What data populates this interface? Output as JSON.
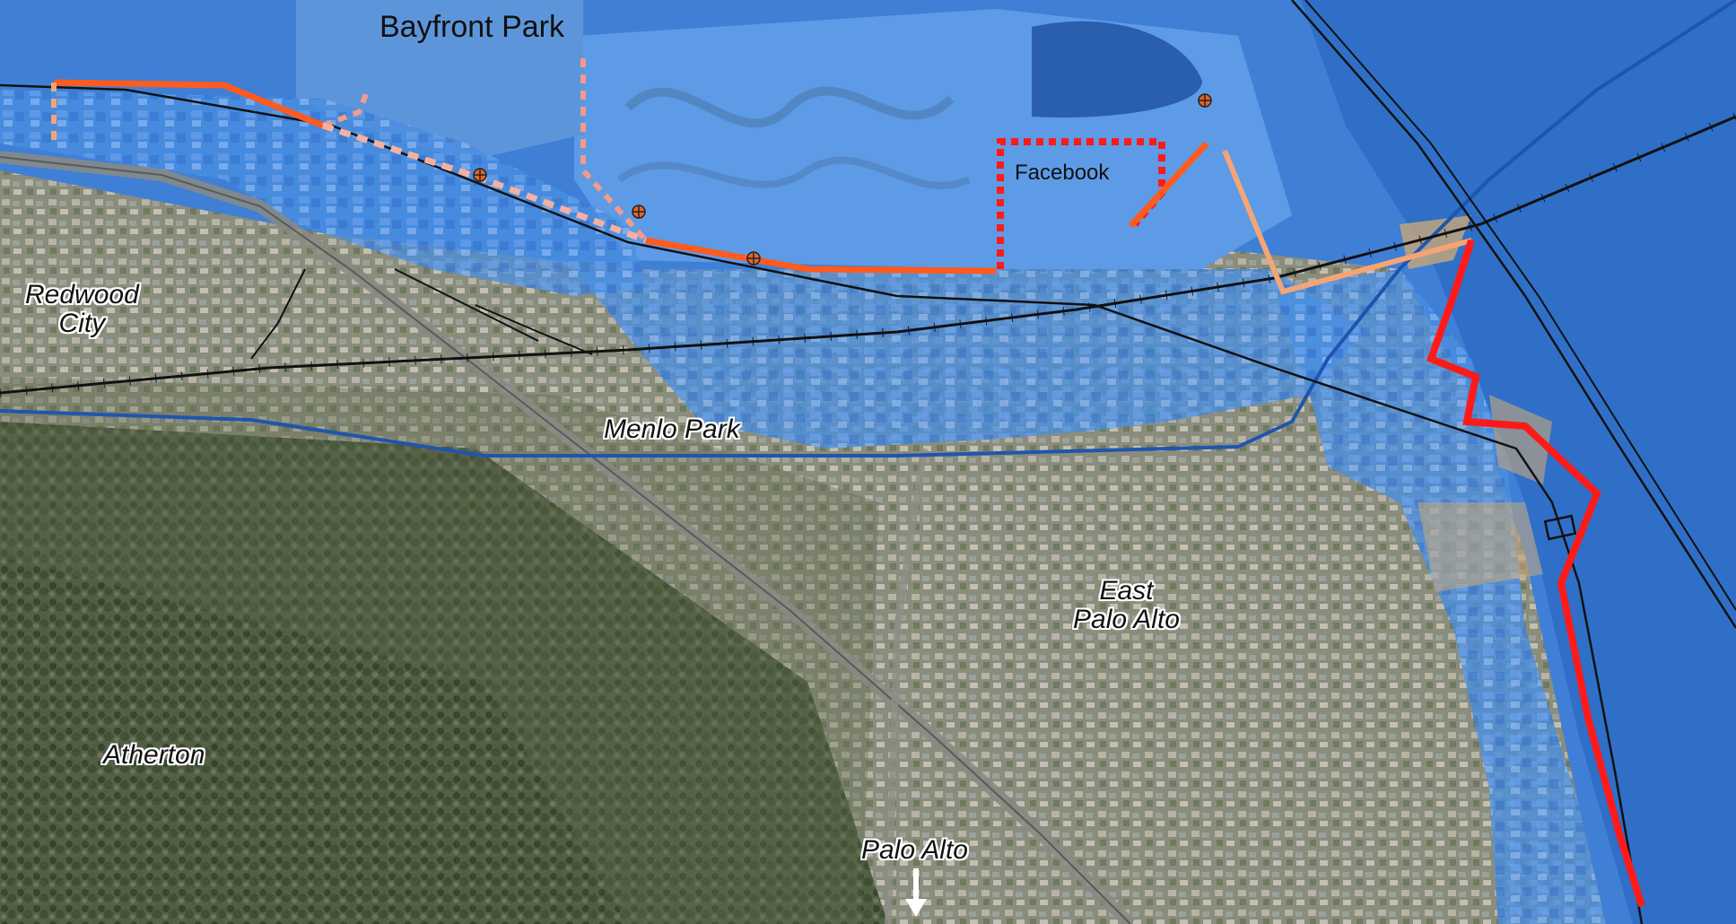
{
  "labels": {
    "bayfront_park": "Bayfront Park",
    "facebook": "Facebook",
    "redwood_city": [
      "Redwood",
      "City"
    ],
    "menlo_park": "Menlo Park",
    "east_palo_alto": [
      "East",
      "Palo Alto"
    ],
    "atherton": "Atherton",
    "palo_alto": "Palo Alto"
  },
  "icons": {
    "direction": "arrow-down-icon",
    "marker": "circle-cross-marker-icon"
  },
  "colors": {
    "flood_zone": "#4a8fe0",
    "bay_water": "#2f6fc7",
    "levee_existing": "#ff5a1f",
    "levee_proposed_dashed": "#f39a8a",
    "levee_red": "#ff1a1a",
    "levee_light_orange": "#f5a574",
    "highway_blue": "#1f55b0",
    "rail_black": "#111111",
    "land": "#7a7f6a"
  }
}
